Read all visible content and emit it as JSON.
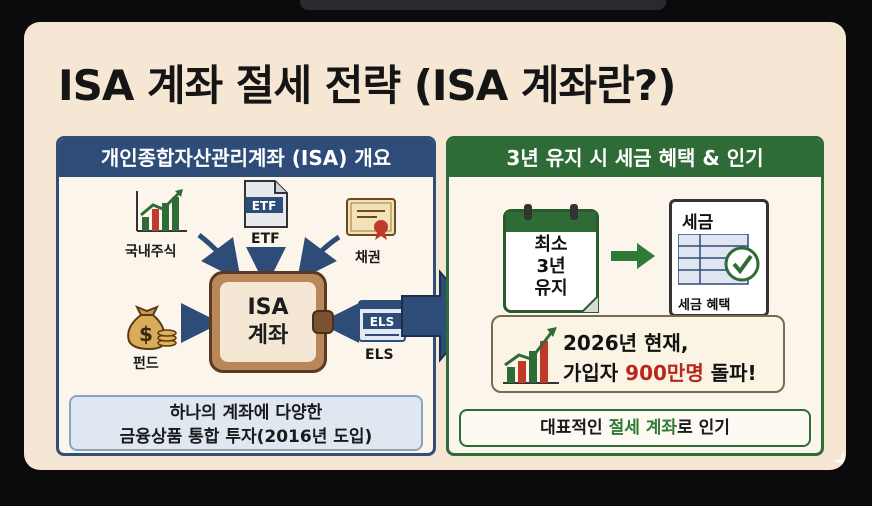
{
  "title": "ISA 계좌 절세 전략 (ISA 계좌란?)",
  "left_panel": {
    "header": "개인종합자산관리계좌 (ISA) 개요",
    "items": [
      {
        "label": "국내주식",
        "icon": "rising-bar-chart-icon"
      },
      {
        "label": "ETF",
        "icon": "etf-document-icon",
        "badge": "ETF"
      },
      {
        "label": "채권",
        "icon": "bond-certificate-icon"
      },
      {
        "label": "펀드",
        "icon": "money-bag-icon"
      },
      {
        "label": "ELS",
        "icon": "els-monitor-icon",
        "badge": "ELS"
      }
    ],
    "wallet": {
      "line1": "ISA",
      "line2": "계좌",
      "icon": "wallet-icon"
    },
    "summary_line1": "하나의 계좌에 다양한",
    "summary_line2": "금융상품 통합 투자(2016년 도입)"
  },
  "right_panel": {
    "header": "3년 유지 시 세금 혜택 & 인기",
    "calendar": {
      "line1": "최소",
      "line2": "3년",
      "line3": "유지",
      "icon": "calendar-icon"
    },
    "tax_doc": {
      "title": "세금",
      "label": "세금 혜택",
      "icon": "tax-document-check-icon"
    },
    "highlight_line1": "2026년 현재,",
    "highlight_prefix": "가입자 ",
    "highlight_number": "900만명",
    "highlight_suffix": " 돌파!",
    "summary_prefix": "대표적인 ",
    "summary_green": "절세 계좌",
    "summary_suffix": "로 인기"
  },
  "colors": {
    "background": "#f6e7d5",
    "left_accent": "#2d4c78",
    "right_accent": "#2f6b36",
    "highlight_red": "#b8261d"
  }
}
